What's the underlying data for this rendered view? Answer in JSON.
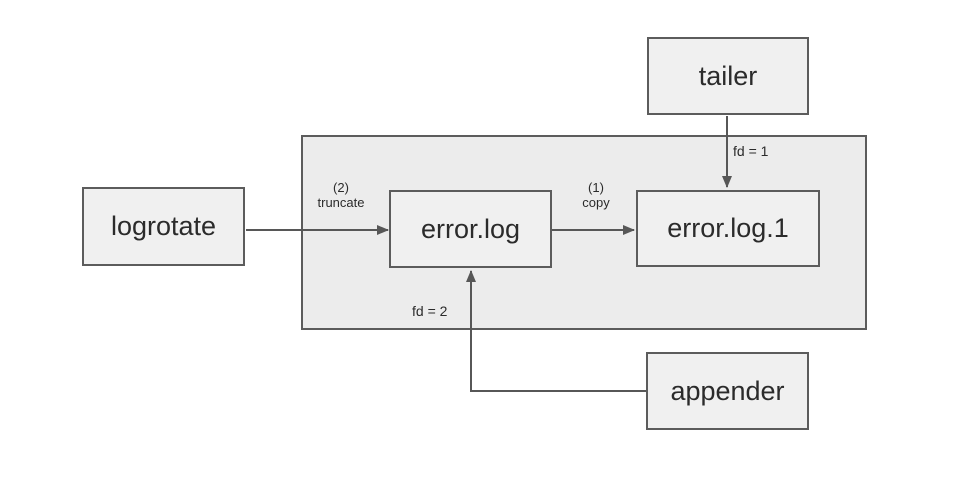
{
  "diagram": {
    "nodes": {
      "tailer": {
        "label": "tailer"
      },
      "logrotate": {
        "label": "logrotate"
      },
      "error_log": {
        "label": "error.log"
      },
      "error_log_1": {
        "label": "error.log.1"
      },
      "appender": {
        "label": "appender"
      }
    },
    "edges": {
      "truncate": {
        "step": "(2)",
        "label": "truncate",
        "from": "logrotate",
        "to": "error.log"
      },
      "copy": {
        "step": "(1)",
        "label": "copy",
        "from": "error.log",
        "to": "error.log.1"
      },
      "fd1": {
        "label": "fd = 1",
        "from": "tailer",
        "to": "error.log.1"
      },
      "fd2": {
        "label": "fd = 2",
        "from": "appender",
        "to": "error.log"
      }
    },
    "colors": {
      "node_fill": "#f0f0f0",
      "group_fill": "#ececec",
      "node_border": "#5c5c5c",
      "arrow": "#575757",
      "text": "#2b2b2b"
    }
  }
}
